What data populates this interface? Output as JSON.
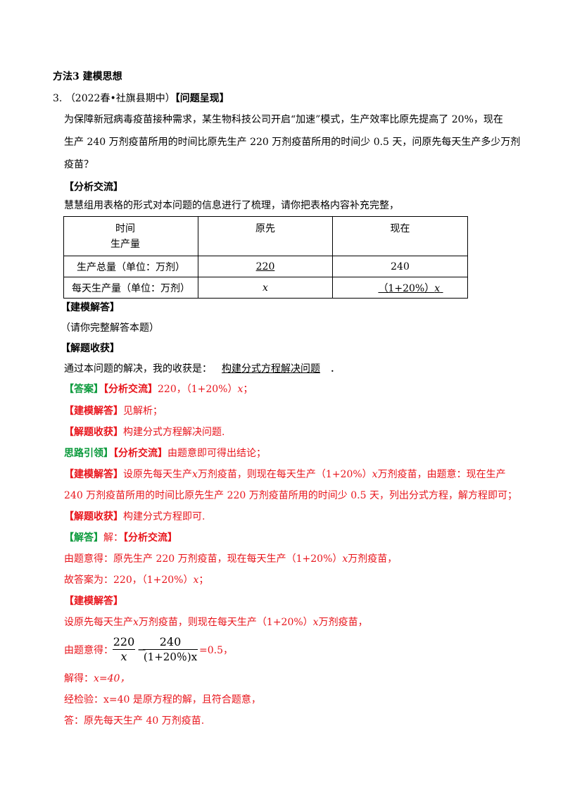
{
  "heading": "方法3 建模思想",
  "problem": {
    "number": "3.",
    "source": "（2022春•社旗县期中）",
    "tag": "【问题呈现】",
    "lines": [
      "为保障新冠病毒疫苗接种需求，某生物科技公司开启“加速”模式，生产效率比原先提高了 20%，现在",
      "生产 240 万剂疫苗所用的时间比原先生产 220 万剂疫苗所用的时间少 0.5 天，问原先每天生产多少万剂",
      "疫苗？"
    ],
    "analysis_tag": "【分析交流】",
    "analysis_text": "慧慧组用表格的形式对本问题的信息进行了梳理，请你把表格内容补充完整，",
    "table": {
      "corner_top": "时间",
      "corner_bottom": "生产量",
      "col1": "原先",
      "col2": "现在",
      "row1_label": "生产总量（单位：万剂）",
      "row1_c1": "220",
      "row1_c2": "240",
      "row2_label": "每天生产量（单位：万剂）",
      "row2_c1": "x",
      "row2_c2": "（1+20%）",
      "row2_c2_var": "x"
    },
    "model_tag": "【建模解答】",
    "model_note": "（请你完整解答本题）",
    "harvest_tag": "【解题收获】",
    "harvest_prefix": "通过本问题的解决，我的收获是：",
    "harvest_answer": "构建分式方程解决问题",
    "harvest_end": "．"
  },
  "answer": {
    "tag": "【答案】",
    "l1_tag": "【分析交流】",
    "l1_text": "220，（1+20%）",
    "l1_var": "x",
    "l1_end": "；",
    "l2_tag": "【建模解答】",
    "l2_text": "见解析；",
    "l3_tag": "【解题收获】",
    "l3_text": "构建分式方程解决问题."
  },
  "guide": {
    "tag": "思路引领】",
    "l1_tag": "【分析交流】",
    "l1_text": "由题意即可得出结论；",
    "l2_tag": "【建模解答】",
    "l2_a": "设原先每天生产",
    "l2_b": "万剂疫苗，则现在每天生产（1+20%）",
    "l2_c": "万剂疫苗，由题意：现在生产",
    "l2_line2": "240 万剂疫苗所用的时间比原先生产 220 万剂疫苗所用的时间少 0.5 天，列出分式方程，解方程即可；",
    "l3_tag": "【解题收获】",
    "l3_text": "构建分式方程即可."
  },
  "solution": {
    "tag": "【解答】",
    "text": "解：",
    "analysis_tag": "【分析交流】",
    "s1": "由题意得：原先生产 220 万剂疫苗，现在每天生产（1+20%）",
    "s1b": "万剂疫苗，",
    "s2": "故答案为：220，（1+20%）",
    "s2b": "；",
    "model_tag": "【建模解答】",
    "s3a": "设原先每天生产",
    "s3b": "万剂疫苗，则现在每天生产（1+20%）",
    "s3c": "万剂疫苗，",
    "eq_prefix": "由题意得：",
    "eq_num1": "220",
    "eq_den1": "x",
    "eq_minus": "−",
    "eq_num2": "240",
    "eq_den2": "(1+20％)x",
    "eq_rhs": "=0.5，",
    "s4a": "解得：",
    "s4b": "x=40，",
    "s5a": "经检验：",
    "s5b": "x=40 是原方程的解，且符合题意，",
    "s6": "答：原先每天生产 40 万剂疫苗."
  },
  "var_x": "x"
}
